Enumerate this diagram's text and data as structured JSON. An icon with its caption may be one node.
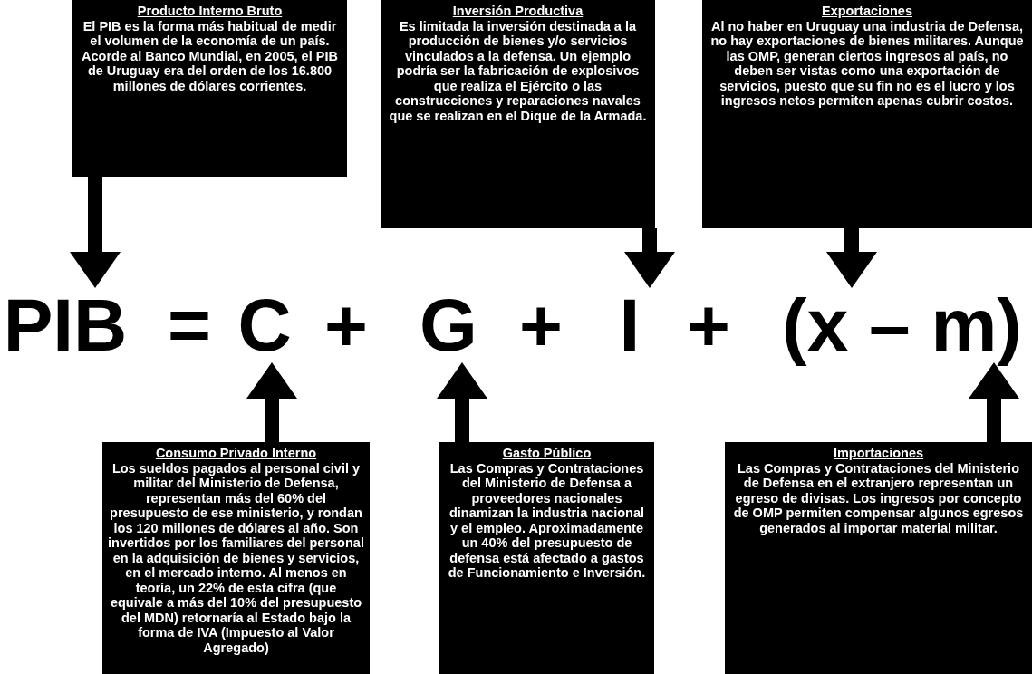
{
  "diagram": {
    "nodes": [
      {
        "text": [
          "Producto Interno Bruto",
          "El PIB es la forma más habitual de medir el volumen de la economía de un país. Acorde al Banco Mundial, en 2005, el PIB de Uruguay era del orden de los 16.800 millones de dólares corrientes."
        ]
      },
      {
        "text": [
          "Inversión Productiva",
          "Es limitada la inversión destinada a la producción de bienes y/o servicios vinculados a la defensa. Un ejemplo podría ser la fabricación de explosivos que realiza el Ejército o las construcciones y reparaciones navales que se realizan en el Dique de la Armada."
        ]
      },
      {
        "text": [
          "Exportaciones",
          "Al no haber en Uruguay una industria de Defensa, no hay exportaciones de bienes militares. Aunque las OMP, generan ciertos ingresos al país, no deben ser vistas como una exportación de servicios, puesto que su fin no es el lucro y los ingresos netos permiten apenas cubrir costos."
        ]
      },
      {
        "text": [
          "PIB"
        ]
      },
      {
        "text": [
          "C"
        ]
      },
      {
        "text": [
          "G"
        ]
      },
      {
        "text": [
          "I"
        ]
      },
      {
        "text": [
          "(x – m)"
        ]
      },
      {
        "text": [
          "Consumo Privado Interno",
          "Los sueldos pagados al personal civil y militar del Ministerio de Defensa, representan más del 60% del presupuesto de ese ministerio, y rondan los 120 millones de dólares al año. Son invertidos por los familiares del personal en la adquisición de bienes y servicios, en el mercado interno. Al menos en teoría, un 22% de esta cifra (que equivale a más del 10% del presupuesto del MDN) retornaría al Estado bajo la forma de IVA (Impuesto al Valor Agregado)"
        ]
      },
      {
        "text": [
          "Gasto Público",
          "Las Compras y Contrataciones del Ministerio de Defensa a proveedores nacionales dinamizan la industria nacional y el empleo. Aproximadamente un 40% del presupuesto de defensa está afectado a gastos de Funcionamiento e Inversión."
        ]
      },
      {
        "text": [
          "Importaciones",
          "Las Compras y Contrataciones del Ministerio de Defensa en el extranjero representan un egreso de divisas. Los ingresos por concepto de OMP permiten compensar algunos egresos generados al importar material militar."
        ]
      }
    ],
    "edges": [
      {
        "from": 0,
        "to": 3,
        "arrow": "to"
      },
      {
        "from": 1,
        "to": 6,
        "arrow": "to"
      },
      {
        "from": 2,
        "to": 7,
        "arrow": "to"
      },
      {
        "from": 8,
        "to": 4,
        "arrow": "to"
      },
      {
        "from": 9,
        "to": 5,
        "arrow": "to"
      },
      {
        "from": 10,
        "to": 7,
        "arrow": "to"
      }
    ],
    "labels": [
      "=",
      "+",
      "+",
      "+"
    ]
  }
}
